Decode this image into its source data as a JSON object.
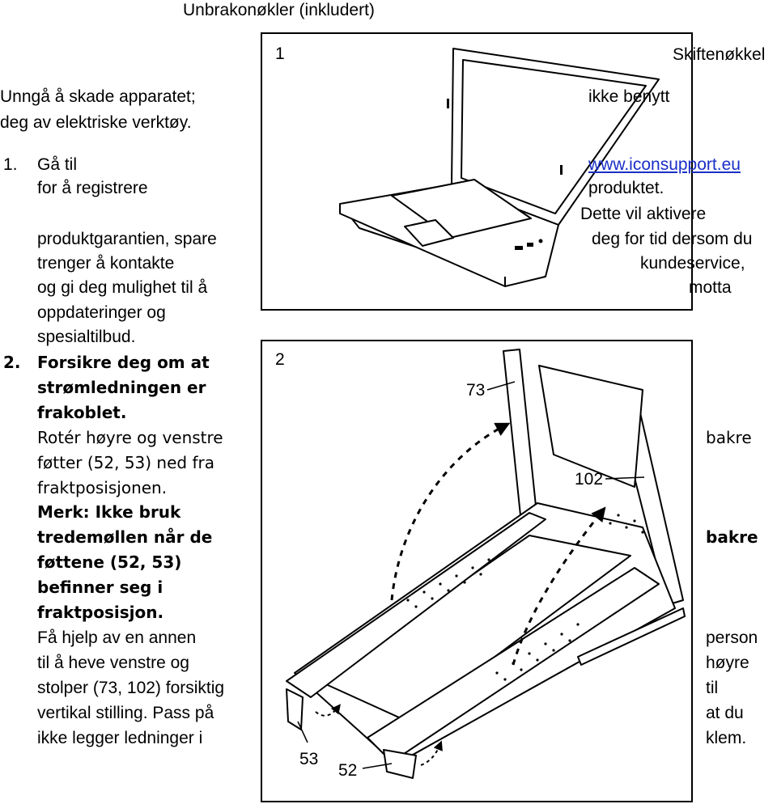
{
  "header": {
    "tools_included": "Unbrakonøkler (inkludert)"
  },
  "intro": {
    "line1": "Unngå å skade apparatet;",
    "line2": "deg av elektriske verktøy."
  },
  "step1": {
    "number": "1.",
    "lines": [
      "Gå til",
      "for å registrere",
      "produktgarantien, spare",
      "trenger å kontakte",
      "og gi deg mulighet til å",
      "oppdateringer og",
      "spesialtilbud."
    ]
  },
  "step2": {
    "number": "2.",
    "bold_lines": [
      "Forsikre deg om at",
      "strømledningen er",
      "frakoblet."
    ],
    "lines_a": [
      "Rotér høyre og venstre",
      "føtter (52, 53) ned fra",
      "fraktposisjonen."
    ],
    "note_lines": [
      "Merk: Ikke bruk",
      "tredemøllen når de",
      "føttene (52, 53)",
      "befinner seg i",
      "fraktposisjon."
    ],
    "lines_b": [
      "Få hjelp av en annen",
      "til å heve venstre og",
      "stolper (73, 102) forsiktig",
      "vertikal stilling. Pass på",
      "ikke legger ledninger i"
    ]
  },
  "figure1": {
    "number": "1"
  },
  "figure2": {
    "number": "2",
    "labels": {
      "p73": "73",
      "p102": "102",
      "p53": "53",
      "p52": "52"
    }
  },
  "right": {
    "wrench": "Skiftenøkkel",
    "do_not_use": "ikke benytt",
    "url": "www.iconsupport.eu",
    "product": "produktet.",
    "activate": "Dette vil aktivere",
    "for_time": "deg for tid dersom du",
    "customer": "kundeservice,",
    "receive": "motta",
    "rear1": "bakre",
    "rear2": "bakre",
    "person": "person",
    "right_word": "høyre",
    "to": "til",
    "that_you": "at du",
    "pinch": "klem."
  }
}
